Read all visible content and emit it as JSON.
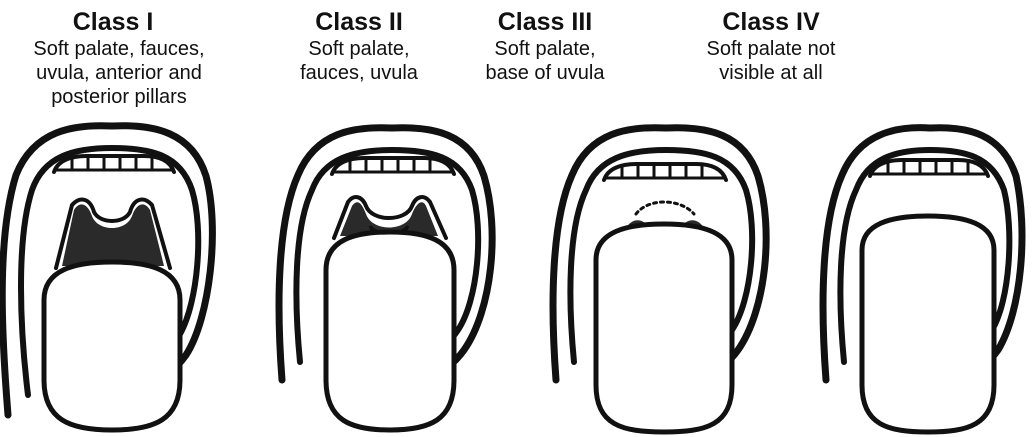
{
  "classes": [
    {
      "title": "Class I",
      "desc": [
        "Soft palate, fauces,",
        "uvula, anterior and",
        "posterior pillars"
      ]
    },
    {
      "title": "Class II",
      "desc": [
        "Soft palate,",
        "fauces, uvula"
      ]
    },
    {
      "title": "Class III",
      "desc": [
        "Soft palate,",
        "base of uvula"
      ]
    },
    {
      "title": "Class IV",
      "desc": [
        "Soft palate not",
        "visible at all"
      ]
    }
  ],
  "colors": {
    "ink": "#111111",
    "background": "#ffffff"
  },
  "icons": [
    "mouth-class-1-icon",
    "mouth-class-2-icon",
    "mouth-class-3-icon",
    "mouth-class-4-icon"
  ]
}
